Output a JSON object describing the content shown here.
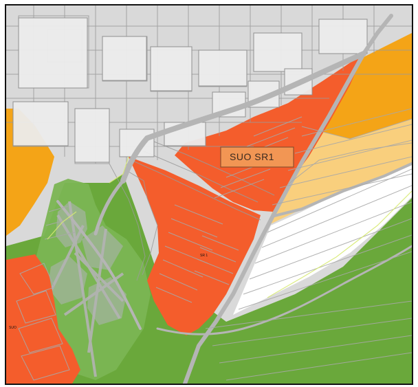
{
  "map": {
    "zone_label": "SUO SR1",
    "small_label_a": "SR 1",
    "small_label_b": "SUO"
  },
  "colors": {
    "built_area": "#d9d9d9",
    "street_lines": "#9a9a9a",
    "zone_red_orange": "#f45d2c",
    "zone_orange": "#f4a417",
    "zone_light_orange": "#f9cf7d",
    "green_area": "#6aa83b",
    "white_area": "#ffffff",
    "plot_lines": "#a8a8a8",
    "label_box": "#f29654",
    "label_border": "#8d4f2c"
  }
}
